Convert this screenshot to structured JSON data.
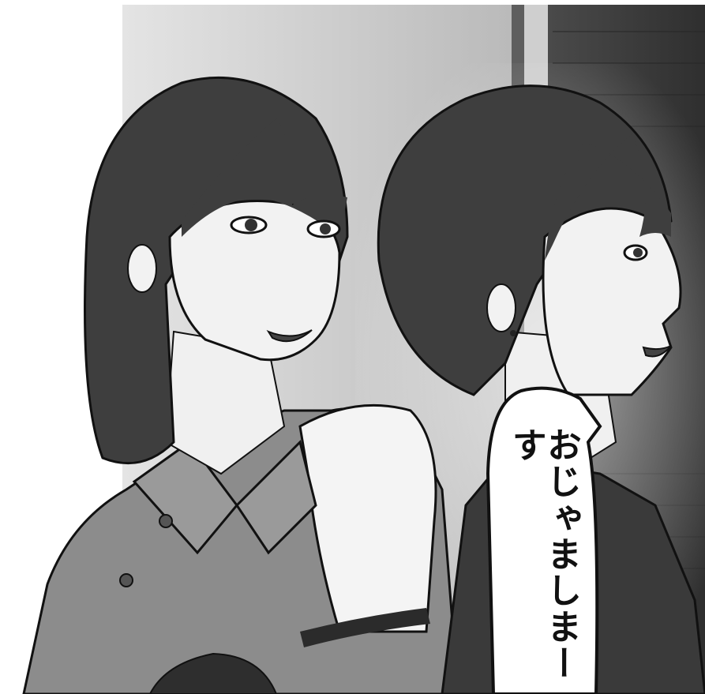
{
  "speech_bubble": {
    "text": "おじゃましまーす"
  },
  "colors": {
    "background_white": "#ffffff",
    "wall": "#d8d8d8",
    "door_frame": "#5e5e5e",
    "dark_door": "#3a3a3a",
    "hair": "#3e3e3e",
    "skin": "#f2f2f2",
    "blouse": "#8c8c8c",
    "ink": "#111111"
  },
  "scene": {
    "characters": [
      "woman-left-bob-hair",
      "woman-right-short-hair"
    ]
  }
}
